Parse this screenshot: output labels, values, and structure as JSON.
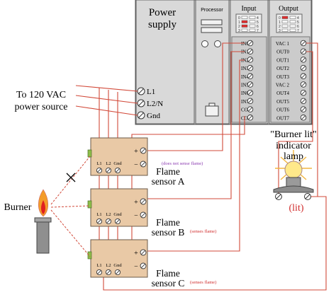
{
  "plc": {
    "power_supply_label_1": "Power",
    "power_supply_label_2": "supply",
    "terminals": [
      "L1",
      "L2/N",
      "Gnd"
    ],
    "processor_label": "Processor",
    "input_card": {
      "label": "Input",
      "indicator_digits_left": [
        "0",
        "1",
        "2",
        "3"
      ],
      "indicator_digits_right": [
        "4",
        "5",
        "6",
        "7"
      ],
      "terminals": [
        "IN0",
        "IN1",
        "IN2",
        "IN3",
        "IN4",
        "IN5",
        "IN6",
        "IN7",
        "COM",
        "COM"
      ]
    },
    "output_card": {
      "label": "Output",
      "indicator_digits_left": [
        "0",
        "1",
        "2",
        "3"
      ],
      "indicator_digits_right": [
        "4",
        "5",
        "6",
        "7"
      ],
      "terminals": [
        "VAC 1",
        "OUT0",
        "OUT1",
        "OUT2",
        "OUT3",
        "VAC 2",
        "OUT4",
        "OUT5",
        "OUT6",
        "OUT7"
      ]
    }
  },
  "power_source_label_1": "To 120 VAC",
  "power_source_label_2": "power source",
  "burner_label": "Burner",
  "sensors": [
    {
      "name_1": "Flame",
      "name_2": "sensor A",
      "note": "(does not sense flame)",
      "terminals": [
        "L1",
        "L2",
        "Gnd"
      ],
      "plus": "+",
      "minus": "−"
    },
    {
      "name_1": "Flame",
      "name_2": "sensor B",
      "note": "(senses flame)",
      "terminals": [
        "L1",
        "L2",
        "Gnd"
      ],
      "plus": "+",
      "minus": "−"
    },
    {
      "name_1": "Flame",
      "name_2": "sensor C",
      "note": "(senses flame)",
      "terminals": [
        "L1",
        "L2",
        "Gnd"
      ],
      "plus": "+",
      "minus": "−"
    }
  ],
  "lamp": {
    "label_1": "\"Burner lit\"",
    "label_2": "indicator",
    "label_3": "lamp",
    "state": "(lit)"
  },
  "colors": {
    "wire": "#d24a3a",
    "plc_body": "#d4d4d4",
    "sensor_body": "#e9c9a6",
    "led_on": "#e22b2b",
    "lamp_glow": "#f2b640",
    "note_purple": "#8a39b0",
    "note_red": "#d02a2a"
  }
}
